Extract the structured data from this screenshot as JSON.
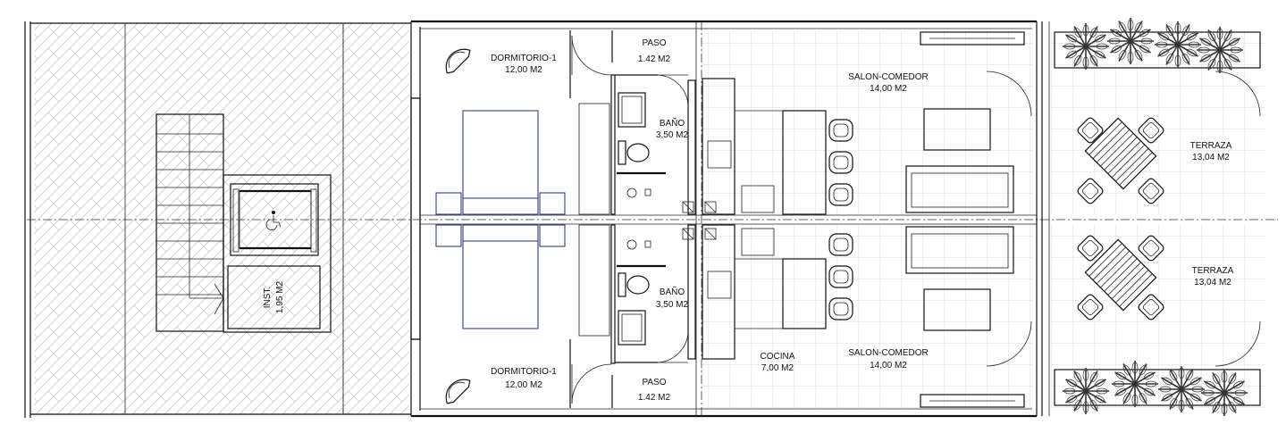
{
  "rooms": {
    "dorm_top": {
      "name": "DORMITORIO-1",
      "area": "12,00 M2"
    },
    "paso_top": {
      "name": "PASO",
      "area": "1.42  M2"
    },
    "bano_top": {
      "name": "BAÑO",
      "area": "3,50 M2"
    },
    "salon_top": {
      "name": "SALON-COMEDOR",
      "area": "14,00 M2"
    },
    "terraza_top": {
      "name": "TERRAZA",
      "area": "13,04 M2"
    },
    "terraza_bot": {
      "name": "TERRAZA",
      "area": "13,04 M2"
    },
    "bano_bot": {
      "name": "BAÑO",
      "area": "3,50 M2"
    },
    "inst": {
      "name": "INST.",
      "area": "1,95 M2"
    },
    "dorm_bot": {
      "name": "DORMITORIO-1",
      "area": "12,00 M2"
    },
    "paso_bot": {
      "name": "PASO",
      "area": "1.42  M2"
    },
    "cocina_bot": {
      "name": "COCINA",
      "area": "7,00 M2"
    },
    "salon_bot": {
      "name": "SALON-COMEDOR",
      "area": "14,00 M2"
    }
  },
  "icons": {
    "elevator": "wheelchair-accessible-icon"
  }
}
